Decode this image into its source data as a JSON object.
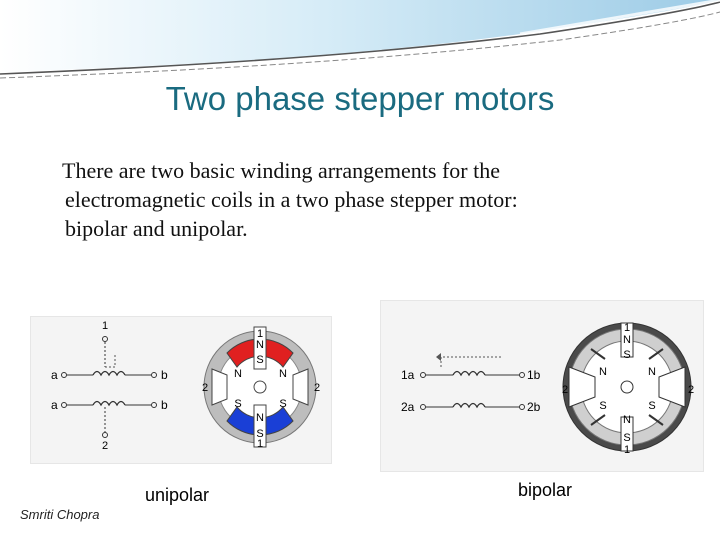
{
  "slide": {
    "title": "Two phase stepper motors",
    "body_lines": [
      "There are two basic winding arrangements for the",
      "electromagnetic coils in a two phase stepper motor:",
      "bipolar and unipolar."
    ],
    "author": "Smriti Chopra"
  },
  "figures": {
    "unipolar": {
      "caption": "unipolar",
      "terminals": {
        "top_tap": "1",
        "bottom_tap": "2",
        "a1": "a",
        "a2": "a",
        "b1": "b",
        "b2": "b"
      },
      "rotor": {
        "top_phase": "1",
        "bottom_phase": "1",
        "left_phase": "2",
        "right_phase": "2",
        "top_pole": "N",
        "top_inner": "S",
        "bottom_pole": "S",
        "bottom_inner": "N",
        "rotor_n_left": "N",
        "rotor_n_right": "N",
        "rotor_s_left": "S",
        "rotor_s_right": "S"
      },
      "colors": {
        "top_coil": "#e02020",
        "bottom_coil": "#1a3fd6"
      }
    },
    "bipolar": {
      "caption": "bipolar",
      "terminals": {
        "t1a": "1a",
        "t1b": "1b",
        "t2a": "2a",
        "t2b": "2b"
      },
      "rotor": {
        "top_phase": "1",
        "bottom_phase": "1",
        "left_phase": "2",
        "right_phase": "2",
        "top_pole": "N",
        "top_inner": "S",
        "bottom_pole": "S",
        "bottom_inner": "N",
        "rotor_n_left": "N",
        "rotor_n_right": "N",
        "rotor_s_left": "S",
        "rotor_s_right": "S"
      }
    }
  }
}
